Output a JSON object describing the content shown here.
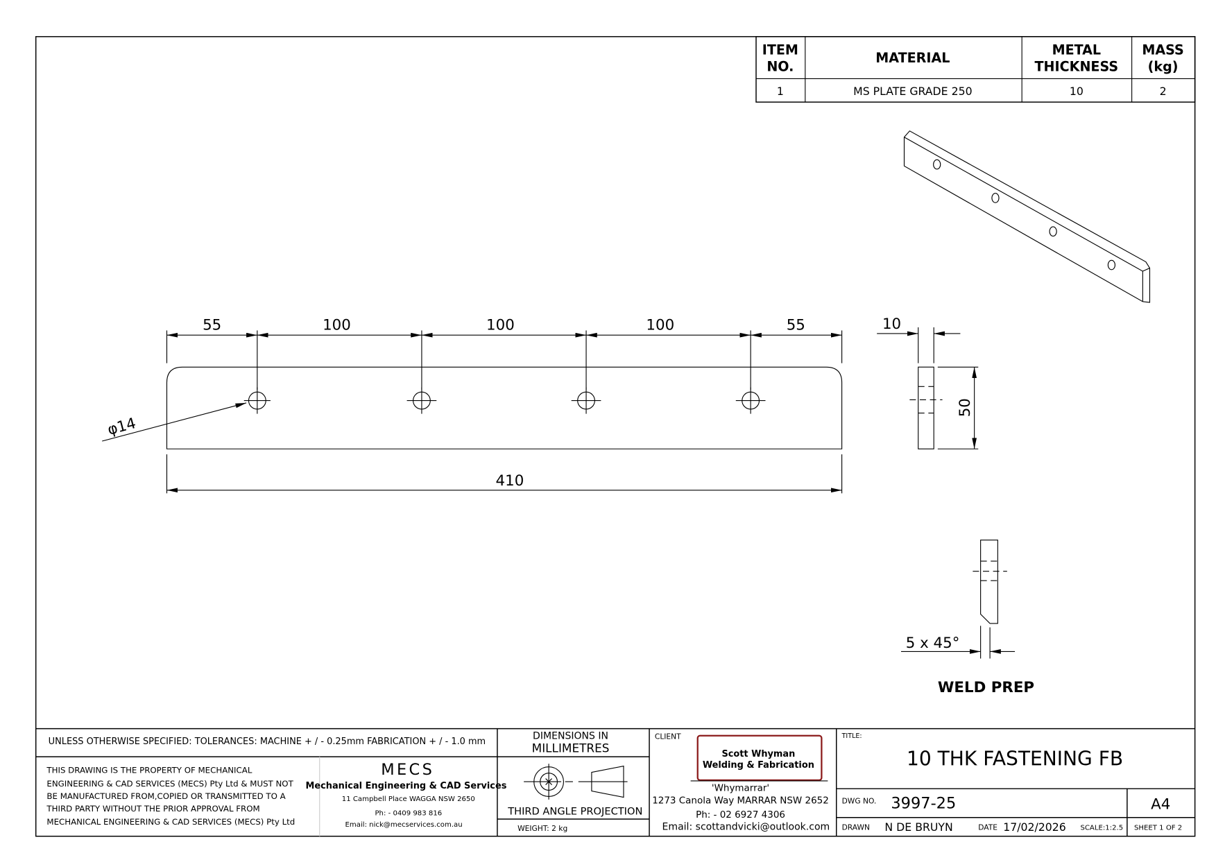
{
  "parts_table": {
    "headers": {
      "item_no_1": "ITEM",
      "item_no_2": "NO.",
      "material": "MATERIAL",
      "thickness_1": "METAL",
      "thickness_2": "THICKNESS",
      "mass_1": "MASS",
      "mass_2": "(kg)"
    },
    "rows": [
      {
        "item": "1",
        "material": "MS PLATE GRADE 250",
        "thickness": "10",
        "mass": "2"
      }
    ]
  },
  "dimensions": {
    "hole_spacing": [
      "55",
      "100",
      "100",
      "100",
      "55"
    ],
    "overall_length": "410",
    "hole_diameter": "φ14",
    "thickness": "10",
    "width": "50",
    "chamfer": "5 x 45°"
  },
  "weld_prep_label": "WELD PREP",
  "title_block": {
    "tolerances": "UNLESS OTHERWISE SPECIFIED: TOLERANCES: MACHINE + / - 0.25mm  FABRICATION + / - 1.0 mm",
    "units_1": "DIMENSIONS IN",
    "units_2": "MILLIMETRES",
    "property_notice": [
      "THIS DRAWING IS THE PROPERTY OF MECHANICAL",
      "ENGINEERING & CAD SERVICES (MECS) Pty Ltd & MUST NOT",
      "BE MANUFACTURED FROM,COPIED OR TRANSMITTED TO A",
      "THIRD PARTY WITHOUT THE PRIOR APPROVAL FROM",
      "MECHANICAL ENGINEERING & CAD SERVICES (MECS) Pty Ltd"
    ],
    "company": {
      "logo": "MECS",
      "name": "Mechanical Engineering & CAD Services",
      "address": "11 Campbell Place WAGGA NSW 2650",
      "phone": "Ph: - 0409 983 816",
      "email": "Email: nick@mecservices.com.au"
    },
    "projection": "THIRD ANGLE PROJECTION",
    "weight": "WEIGHT: 2 kg",
    "client": {
      "label": "CLIENT",
      "logo_line1": "Scott Whyman",
      "logo_line2": "Welding & Fabrication",
      "property": "'Whymarrar'",
      "address": "1273 Canola Way MARRAR NSW 2652",
      "phone": "Ph: - 02 6927 4306",
      "email": "Email: scottandvicki@outlook.com"
    },
    "title_label": "TITLE:",
    "title": "10 THK FASTENING FB",
    "dwg_no_label": "DWG NO.",
    "dwg_no": "3997-25",
    "size": "A4",
    "drawn_label": "DRAWN",
    "drawn_by": "N DE BRUYN",
    "date_label": "DATE",
    "date": "17/02/2026",
    "scale": "SCALE:1:2.5",
    "sheet": "SHEET 1 OF 2"
  }
}
